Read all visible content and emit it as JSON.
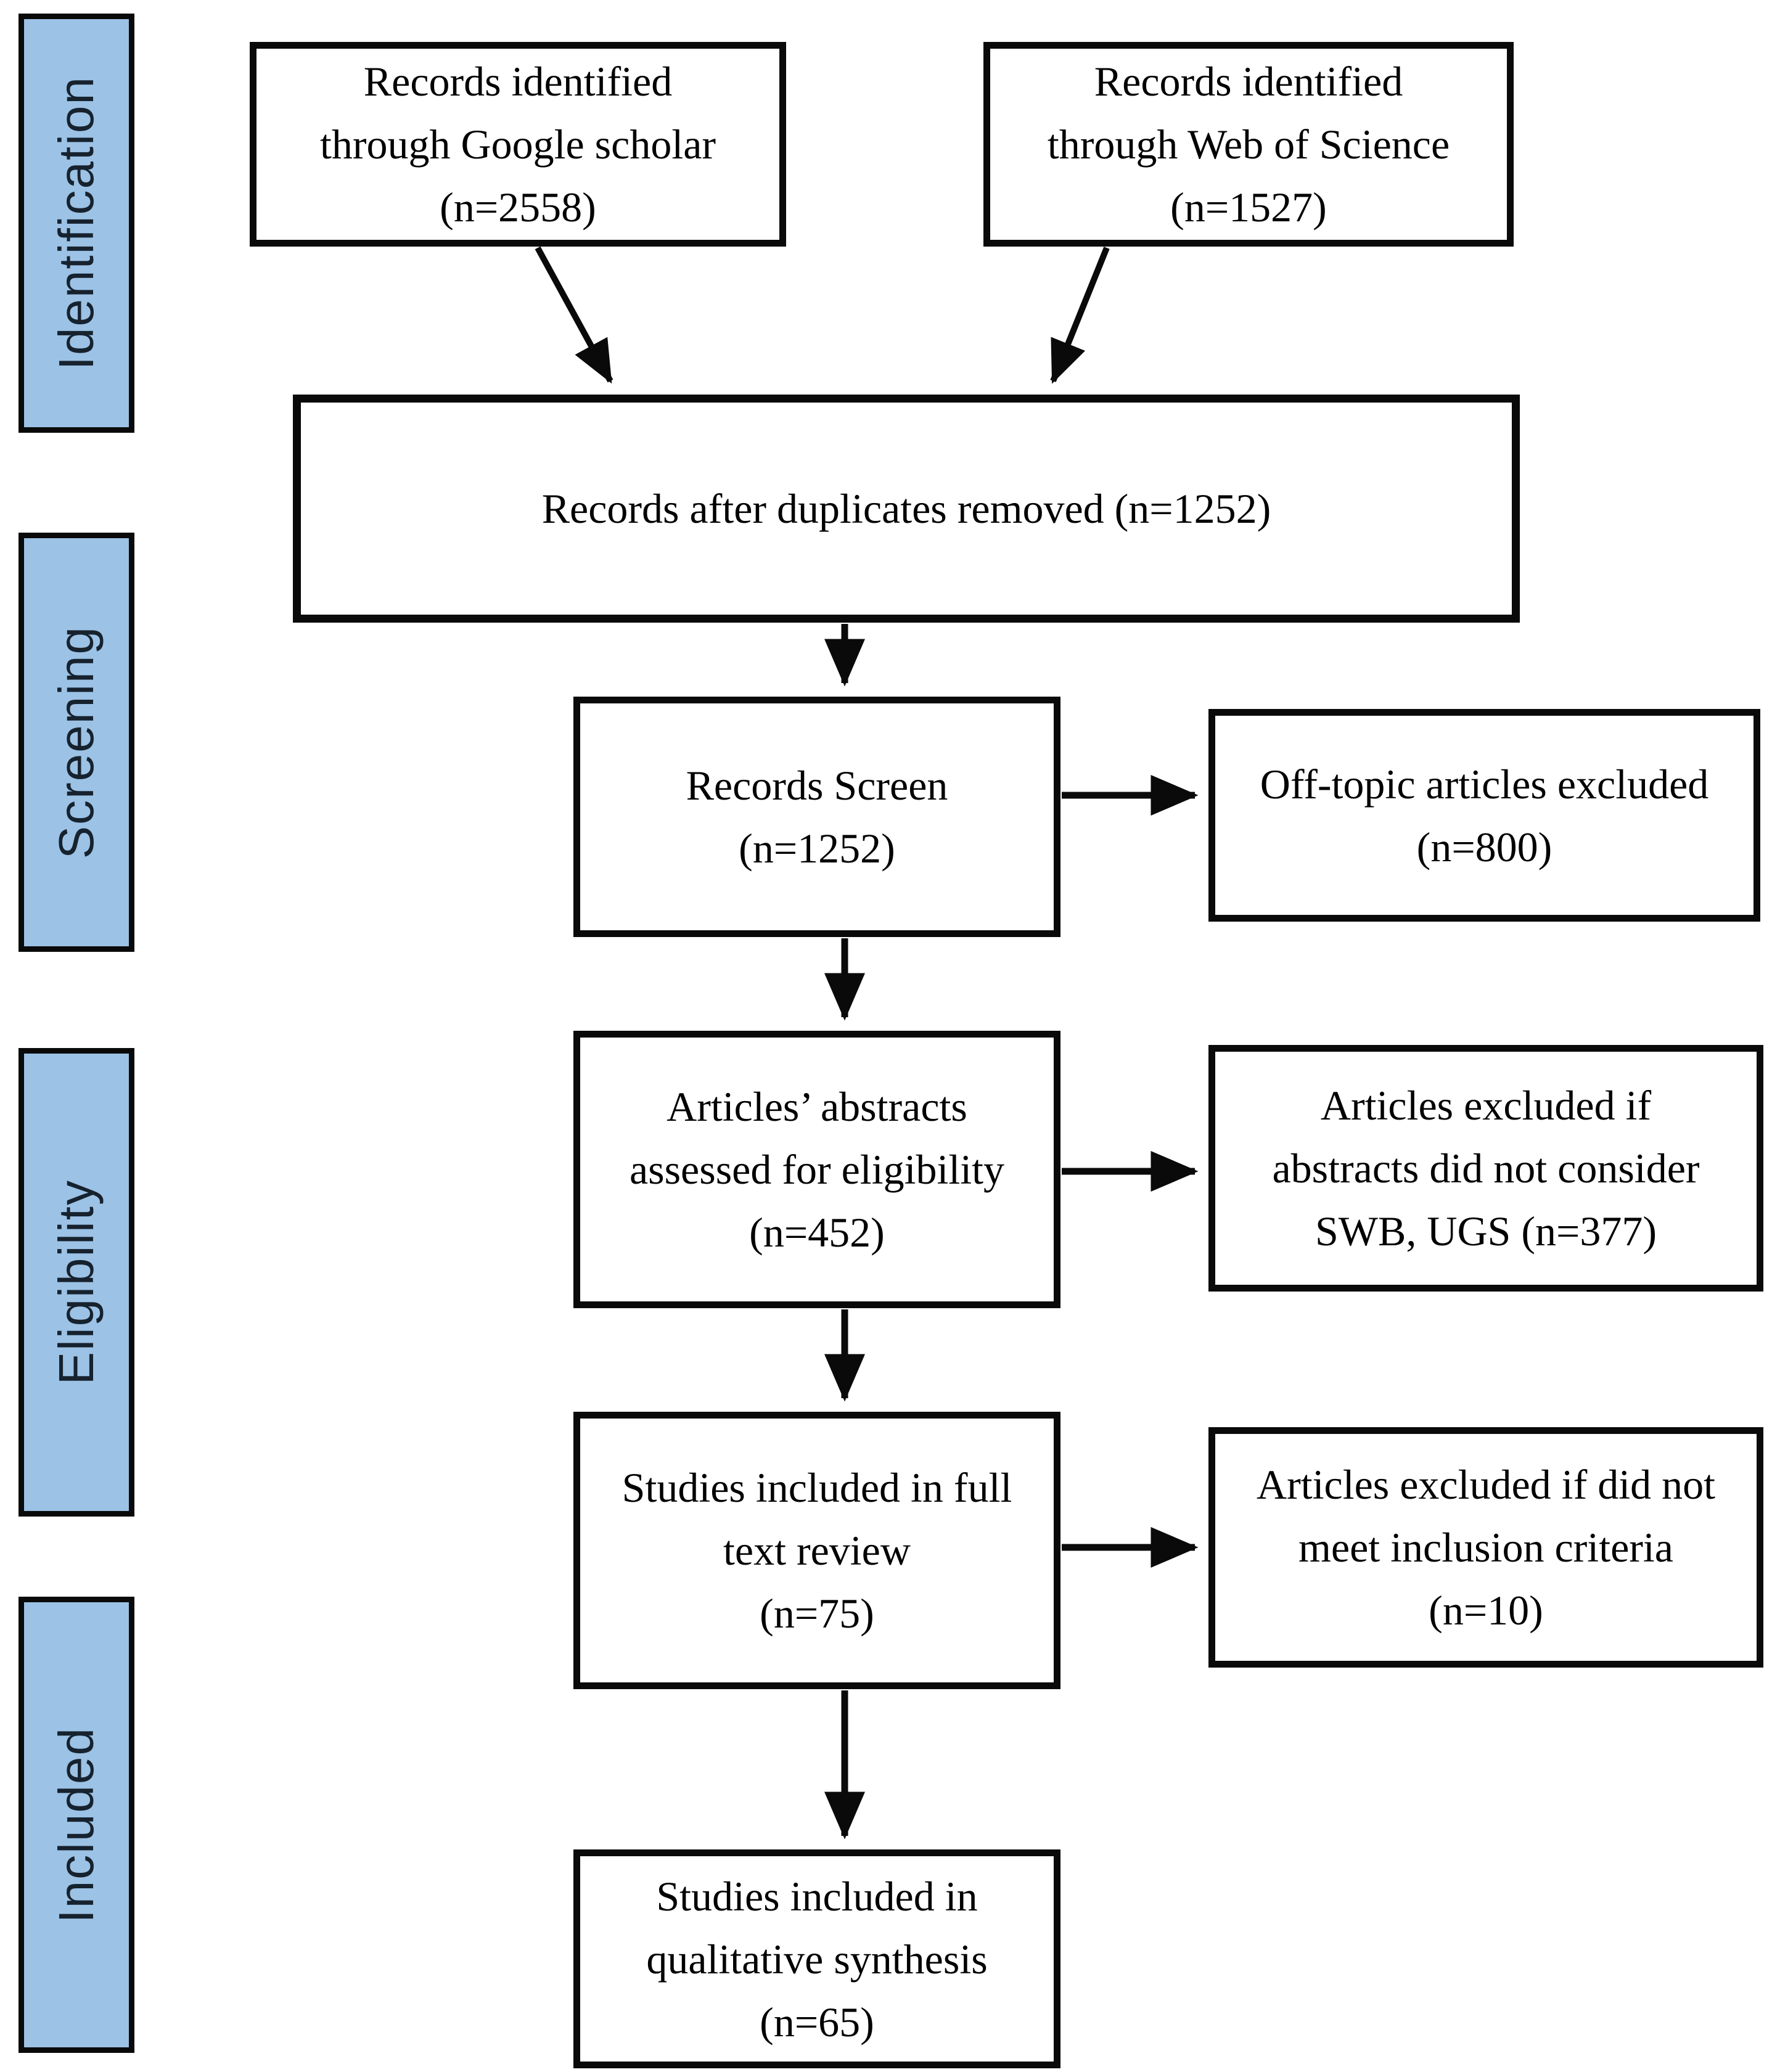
{
  "figure": {
    "kind": "PRISMA flow diagram",
    "colors": {
      "stage_fill": "#9CC2E5",
      "stage_border": "#0a0a0a",
      "box_fill": "#ffffff",
      "box_border": "#0a0a0a",
      "arrow": "#0a0a0a",
      "text": "#000000"
    },
    "stages": {
      "identification": "Identification",
      "screening": "Screening",
      "eligibility": "Eligibility",
      "included": "Included"
    },
    "boxes": {
      "google_scholar": "Records identified\nthrough Google scholar\n(n=2558)",
      "web_of_science": "Records identified\nthrough Web of Science\n(n=1527)",
      "duplicates_removed": "Records after duplicates removed (n=1252)",
      "records_screen": "Records Screen\n(n=1252)",
      "off_topic_excluded": "Off-topic articles excluded\n(n=800)",
      "abstracts_assessed": "Articles’ abstracts\nassessed for eligibility\n(n=452)",
      "excluded_swb_ugs": "Articles excluded if\nabstracts did not consider\nSWB, UGS (n=377)",
      "full_text_review": "Studies included in full\ntext review\n(n=75)",
      "excluded_inclusion_criteria": "Articles excluded if did not\nmeet inclusion criteria\n(n=10)",
      "qualitative_synthesis": "Studies included in\nqualitative synthesis\n(n=65)"
    }
  }
}
